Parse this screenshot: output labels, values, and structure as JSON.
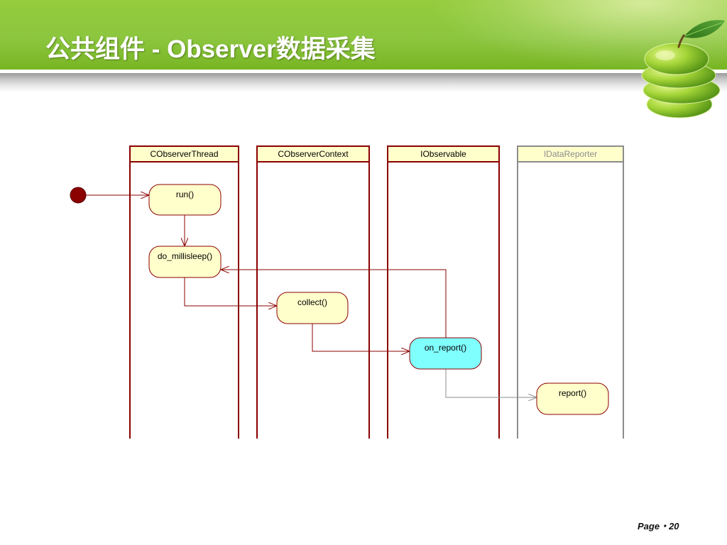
{
  "slide": {
    "title": "公共组件 - Observer数据采集"
  },
  "header": {
    "logo_icon": "green-apple-icon"
  },
  "diagram": {
    "lanes": [
      {
        "label": "CObserverThread"
      },
      {
        "label": "CObserverContext"
      },
      {
        "label": "IObservable"
      },
      {
        "label": "IDataReporter"
      }
    ],
    "nodes": {
      "run": "run()",
      "do_millisleep": "do_millisleep()",
      "collect": "collect()",
      "on_report": "on_report()",
      "report": "report()"
    }
  },
  "colors": {
    "banner_green": "#8CC63F",
    "lane_border": "#8B0000",
    "inactive_lane": "#8C8C8C",
    "lane_header_fill": "#FFFFCC",
    "node_fill": "#FFFFCC",
    "active_node_fill": "#80FFFF"
  },
  "footer": {
    "page": "Page・20"
  }
}
